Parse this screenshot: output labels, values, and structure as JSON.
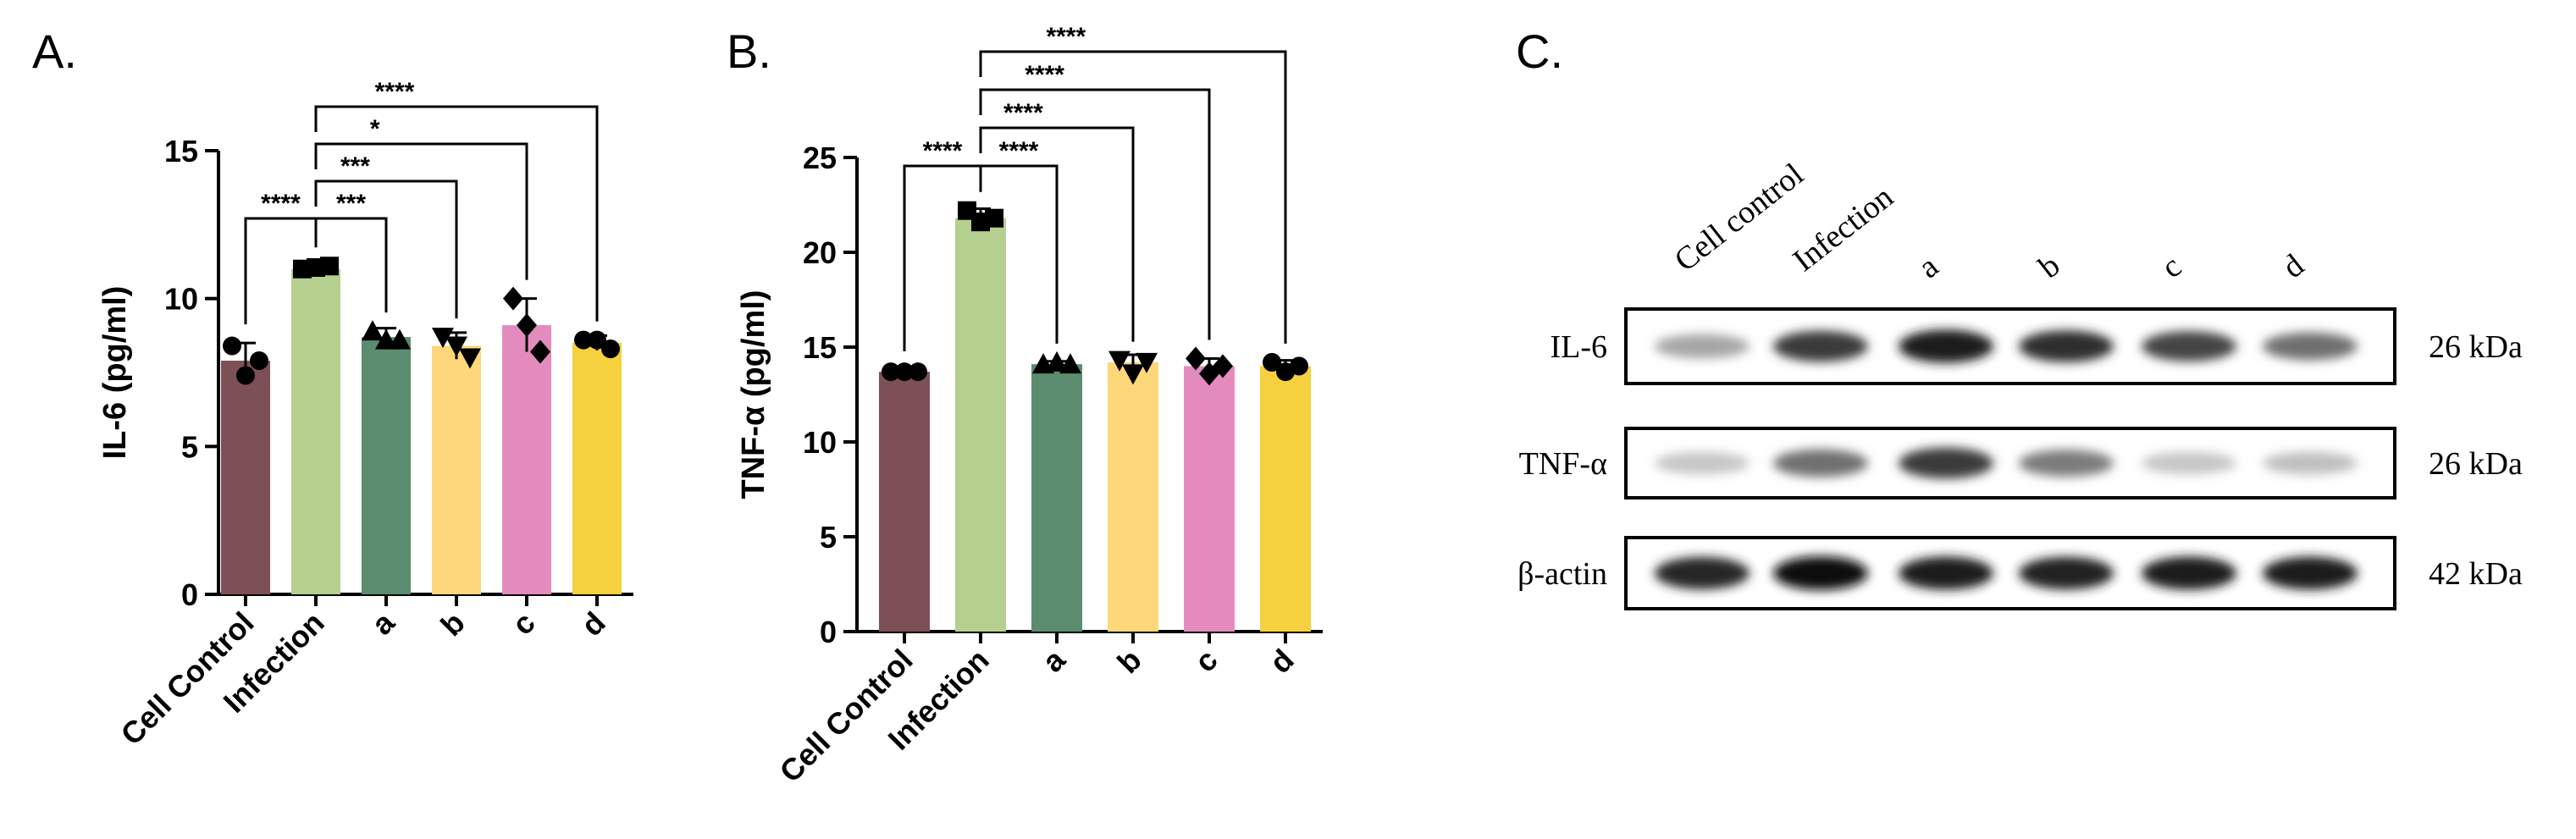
{
  "panels": {
    "a_letter": "A.",
    "b_letter": "B.",
    "c_letter": "C."
  },
  "chart_data": [
    {
      "type": "bar",
      "panel": "A.",
      "ylabel": "IL-6 (pg/ml)",
      "ylim": [
        0,
        15
      ],
      "yticks": [
        0,
        5,
        10,
        15
      ],
      "categories": [
        "Cell Control",
        "Infection",
        "a",
        "b",
        "c",
        "d"
      ],
      "values": [
        7.9,
        11.0,
        8.7,
        8.4,
        9.1,
        8.5
      ],
      "errors": [
        0.6,
        0.15,
        0.3,
        0.45,
        0.9,
        0.25
      ],
      "colors": [
        "#7d5055",
        "#b5cf8e",
        "#5c8c70",
        "#fdd77a",
        "#e48bbe",
        "#f5d03f"
      ],
      "points": [
        [
          8.4,
          7.4,
          7.9
        ],
        [
          11.0,
          11.05,
          11.1
        ],
        [
          8.9,
          8.6,
          8.6
        ],
        [
          8.7,
          8.4,
          8.0
        ],
        [
          10.0,
          9.1,
          8.2
        ],
        [
          8.6,
          8.6,
          8.3
        ]
      ],
      "markers": [
        "circle",
        "square",
        "triangle",
        "triangle-down",
        "diamond",
        "circle"
      ],
      "significance": [
        {
          "from": 0,
          "to": 1,
          "label": "****",
          "level": 0
        },
        {
          "from": 1,
          "to": 2,
          "label": "***",
          "level": 0
        },
        {
          "from": 1,
          "to": 3,
          "label": "***",
          "level": 1
        },
        {
          "from": 1,
          "to": 4,
          "label": "*",
          "level": 2
        },
        {
          "from": 1,
          "to": 5,
          "label": "****",
          "level": 3
        }
      ]
    },
    {
      "type": "bar",
      "panel": "B.",
      "ylabel": "TNF-α (pg/ml)",
      "ylim": [
        0,
        25
      ],
      "yticks": [
        0,
        5,
        10,
        15,
        20,
        25
      ],
      "categories": [
        "Cell Control",
        "Infection",
        "a",
        "b",
        "c",
        "d"
      ],
      "values": [
        13.7,
        21.8,
        14.1,
        14.2,
        14.0,
        14.0
      ],
      "errors": [
        0.1,
        0.5,
        0.15,
        0.4,
        0.4,
        0.3
      ],
      "colors": [
        "#7d5055",
        "#b5cf8e",
        "#5c8c70",
        "#fdd77a",
        "#e48bbe",
        "#f5d03f"
      ],
      "points": [
        [
          13.7,
          13.7,
          13.7
        ],
        [
          22.2,
          21.6,
          21.8
        ],
        [
          14.1,
          14.2,
          14.1
        ],
        [
          14.3,
          13.6,
          14.2
        ],
        [
          14.4,
          13.6,
          14.0
        ],
        [
          14.2,
          13.7,
          14.0
        ]
      ],
      "markers": [
        "circle",
        "square",
        "triangle",
        "triangle-down",
        "diamond",
        "circle"
      ],
      "significance": [
        {
          "from": 0,
          "to": 1,
          "label": "****",
          "level": 0
        },
        {
          "from": 1,
          "to": 2,
          "label": "****",
          "level": 0
        },
        {
          "from": 1,
          "to": 3,
          "label": "****",
          "level": 1
        },
        {
          "from": 1,
          "to": 4,
          "label": "****",
          "level": 2
        },
        {
          "from": 1,
          "to": 5,
          "label": "****",
          "level": 3
        }
      ]
    }
  ],
  "western_blot": {
    "lanes": [
      "Cell control",
      "Infection",
      "a",
      "b",
      "c",
      "d"
    ],
    "rows": [
      {
        "protein": "IL-6",
        "size": "26 kDa",
        "intensity": [
          0.3,
          0.8,
          0.95,
          0.85,
          0.75,
          0.55
        ]
      },
      {
        "protein": "TNF-α",
        "size": "26 kDa",
        "intensity": [
          0.15,
          0.55,
          0.8,
          0.5,
          0.15,
          0.18
        ]
      },
      {
        "protein": "β-actin",
        "size": "42 kDa",
        "intensity": [
          0.9,
          1.0,
          0.95,
          0.92,
          0.95,
          0.93
        ]
      }
    ]
  }
}
